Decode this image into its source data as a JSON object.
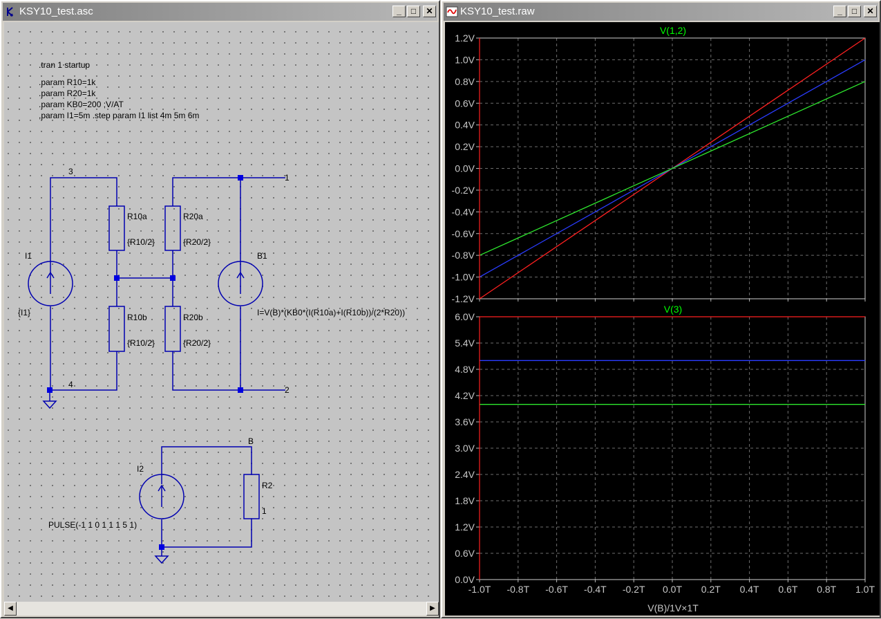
{
  "schematic_window": {
    "title": "KSY10_test.asc",
    "directives": [
      ".tran 1 startup",
      ".param R10=1k",
      ".param R20=1k",
      ".param KB0=200 ;V/AT",
      ",param I1=5m .step param I1 list 4m 5m 6m"
    ],
    "components": {
      "i1_name": "I1",
      "i1_value": "{I1}",
      "r10a_name": "R10a",
      "r10a_value": "{R10/2}",
      "r10b_name": "R10b",
      "r10b_value": "{R10/2}",
      "r20a_name": "R20a",
      "r20a_value": "{R20/2}",
      "r20b_name": "R20b",
      "r20b_value": "{R20/2}",
      "b1_name": "B1",
      "b1_value": "I=V(B)*(KB0*(I(R10a)+I(R10b))/(2*R20))",
      "i2_name": "I2",
      "i2_value": "PULSE(-1 1 0 1 1 1 5 1)",
      "r2_name": "R2",
      "r2_value": "1"
    },
    "net_labels": {
      "n3": "3",
      "n4": "4",
      "n1": "1",
      "n2": "2",
      "nB": "B"
    }
  },
  "plot_window": {
    "title": "KSY10_test.raw",
    "x_axis_label": "V(B)/1V×1T"
  },
  "colors": {
    "trace_red": "#ff2020",
    "trace_blue": "#2a3cff",
    "trace_green": "#2ee82e",
    "wire": "#0000b0",
    "title_green": "#00ff00"
  },
  "chart_data": [
    {
      "type": "line",
      "title": "V(1,2)",
      "x_tick_labels": [
        "-1.0T",
        "-0.8T",
        "-0.6T",
        "-0.4T",
        "-0.2T",
        "0.0T",
        "0.2T",
        "0.4T",
        "0.6T",
        "0.8T",
        "1.0T"
      ],
      "y_tick_labels": [
        "1.2V",
        "1.0V",
        "0.8V",
        "0.6V",
        "0.4V",
        "0.2V",
        "0.0V",
        "-0.2V",
        "-0.4V",
        "-0.6V",
        "-0.8V",
        "-1.0V",
        "-1.2V"
      ],
      "xlim": [
        -1.0,
        1.0
      ],
      "ylim": [
        -1.2,
        1.2
      ],
      "grid": true,
      "series": [
        {
          "color": "#ff2020",
          "x": [
            -1.0,
            1.0
          ],
          "y": [
            -1.2,
            1.2
          ]
        },
        {
          "color": "#2a3cff",
          "x": [
            -1.0,
            1.0
          ],
          "y": [
            -1.0,
            1.0
          ]
        },
        {
          "color": "#2ee82e",
          "x": [
            -1.0,
            1.0
          ],
          "y": [
            -0.8,
            0.8
          ]
        }
      ]
    },
    {
      "type": "line",
      "title": "V(3)",
      "x_tick_labels": [
        "-1.0T",
        "-0.8T",
        "-0.6T",
        "-0.4T",
        "-0.2T",
        "0.0T",
        "0.2T",
        "0.4T",
        "0.6T",
        "0.8T",
        "1.0T"
      ],
      "y_tick_labels": [
        "6.0V",
        "5.4V",
        "4.8V",
        "4.2V",
        "3.6V",
        "3.0V",
        "2.4V",
        "1.8V",
        "1.2V",
        "0.6V",
        "0.0V"
      ],
      "xlim": [
        -1.0,
        1.0
      ],
      "ylim": [
        0.0,
        6.0
      ],
      "grid": true,
      "series": [
        {
          "color": "#ff2020",
          "x": [
            -1.0,
            1.0
          ],
          "y": [
            6.0,
            6.0
          ]
        },
        {
          "color": "#2a3cff",
          "x": [
            -1.0,
            1.0
          ],
          "y": [
            5.0,
            5.0
          ]
        },
        {
          "color": "#2ee82e",
          "x": [
            -1.0,
            1.0
          ],
          "y": [
            4.0,
            4.0
          ]
        }
      ]
    }
  ]
}
